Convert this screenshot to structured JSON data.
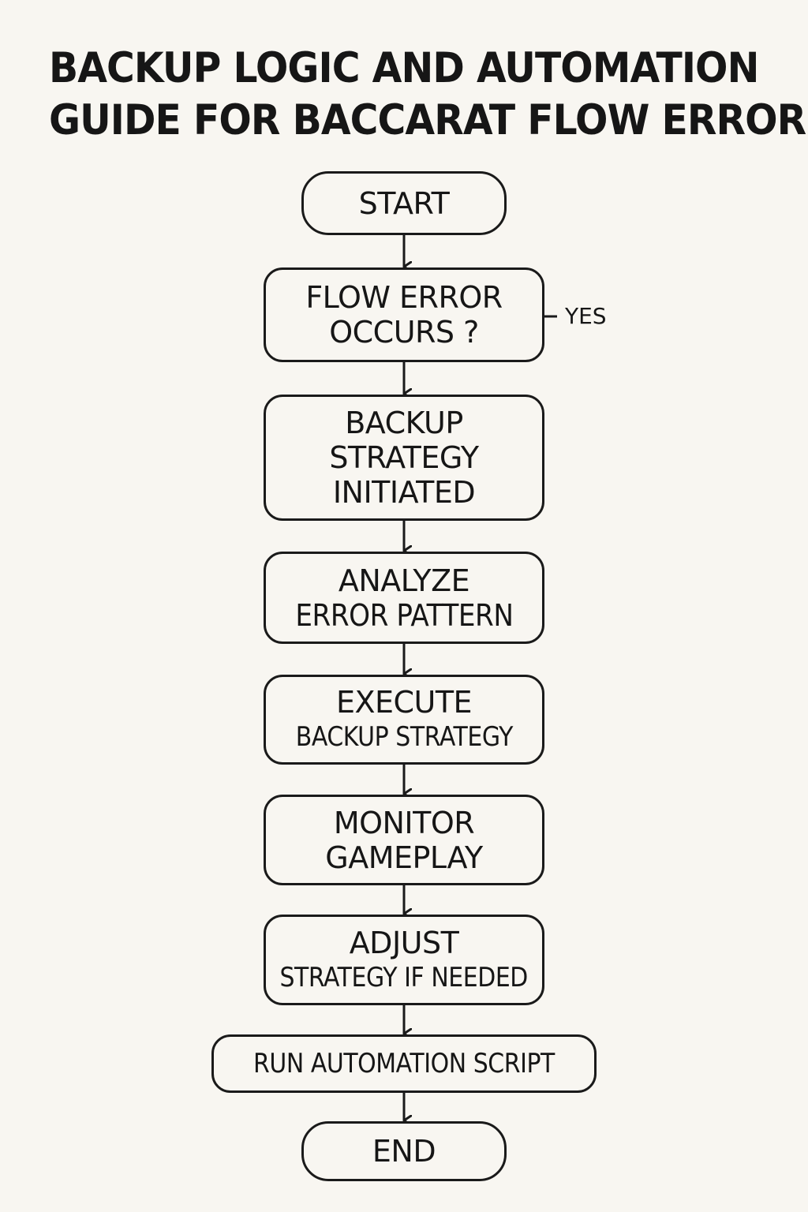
{
  "title": {
    "line1": "BACKUP LOGIC AND AUTOMATION",
    "line2": "GUIDE FOR BACCARAT FLOW ERRORS"
  },
  "nodes": {
    "start": {
      "line1": "START"
    },
    "flow_error": {
      "line1": "FLOW ERROR",
      "line2": "OCCURS ?"
    },
    "backup_initiated": {
      "line1": "BACKUP",
      "line2": "STRATEGY",
      "line3": "INITIATED"
    },
    "analyze": {
      "line1": "ANALYZE",
      "line2": "ERROR PATTERN"
    },
    "execute": {
      "line1": "EXECUTE",
      "line2": "BACKUP STRATEGY"
    },
    "monitor": {
      "line1": "MONITOR",
      "line2": "GAMEPLAY"
    },
    "adjust": {
      "line1": "ADJUST",
      "line2": "STRATEGY IF NEEDED"
    },
    "run_script": {
      "line1": "RUN AUTOMATION SCRIPT"
    },
    "end": {
      "line1": "END"
    }
  },
  "branch": {
    "yes_label": "YES"
  }
}
